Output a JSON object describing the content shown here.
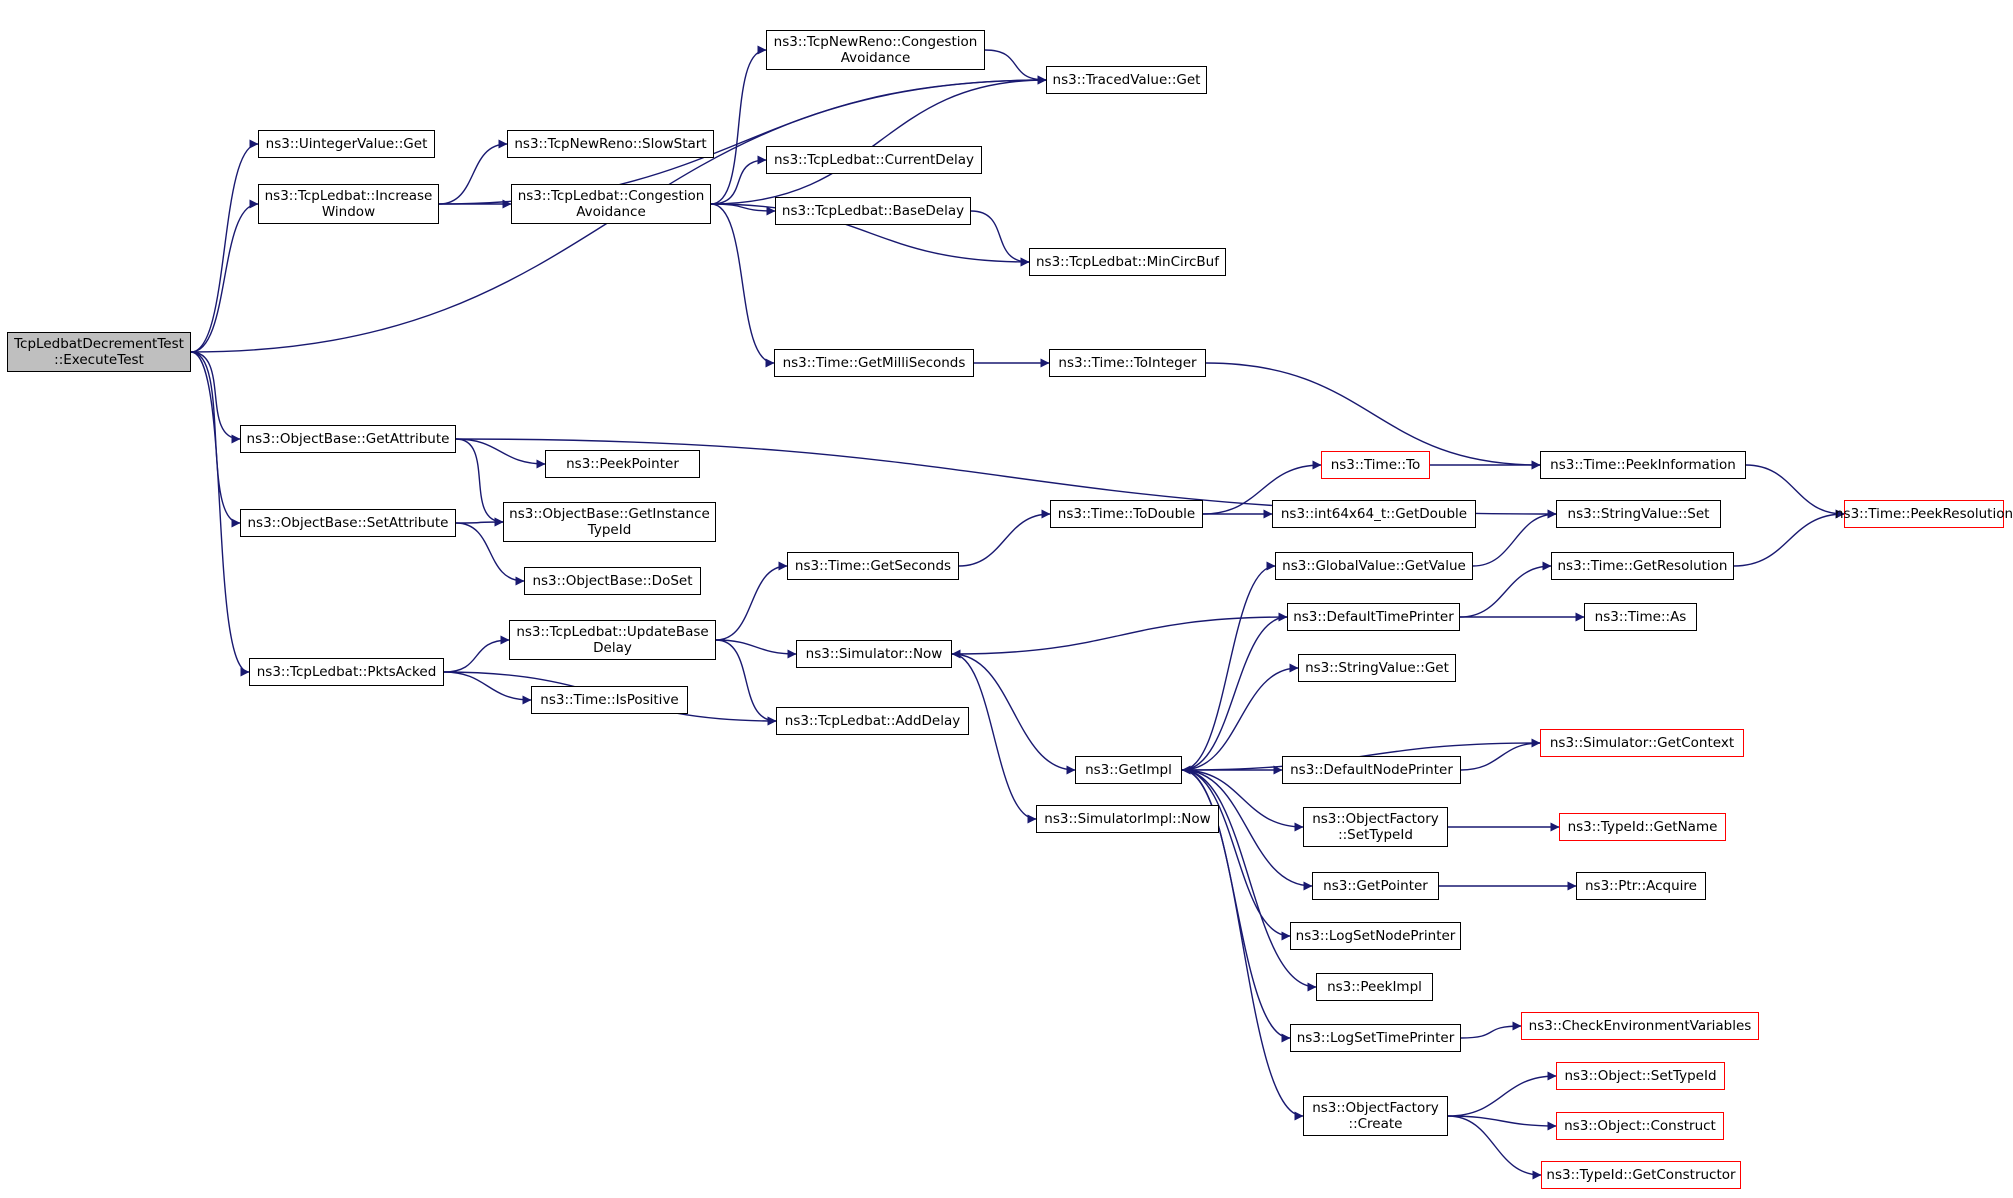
{
  "colors": {
    "edge": "#191970",
    "truncated_border": "#ff0000",
    "root_fill": "#bfbfbf",
    "node_border": "#000000"
  },
  "nodes": [
    {
      "id": "root",
      "lines": [
        "TcpLedbatDecrementTest",
        "::ExecuteTest"
      ],
      "root": true
    },
    {
      "id": "uintget",
      "lines": [
        "ns3::UintegerValue::Get"
      ]
    },
    {
      "id": "incwin",
      "lines": [
        "ns3::TcpLedbat::Increase",
        "Window"
      ]
    },
    {
      "id": "getattr",
      "lines": [
        "ns3::ObjectBase::GetAttribute"
      ]
    },
    {
      "id": "setattr",
      "lines": [
        "ns3::ObjectBase::SetAttribute"
      ]
    },
    {
      "id": "pktsacked",
      "lines": [
        "ns3::TcpLedbat::PktsAcked"
      ]
    },
    {
      "id": "nrcong",
      "lines": [
        "ns3::TcpNewReno::Congestion",
        "Avoidance"
      ]
    },
    {
      "id": "slowstart",
      "lines": [
        "ns3::TcpNewReno::SlowStart"
      ]
    },
    {
      "id": "ledcong",
      "lines": [
        "ns3::TcpLedbat::Congestion",
        "Avoidance"
      ]
    },
    {
      "id": "tracedget",
      "lines": [
        "ns3::TracedValue::Get"
      ]
    },
    {
      "id": "curdelay",
      "lines": [
        "ns3::TcpLedbat::CurrentDelay"
      ]
    },
    {
      "id": "basedelay",
      "lines": [
        "ns3::TcpLedbat::BaseDelay"
      ]
    },
    {
      "id": "mincirc",
      "lines": [
        "ns3::TcpLedbat::MinCircBuf"
      ]
    },
    {
      "id": "getmilli",
      "lines": [
        "ns3::Time::GetMilliSeconds"
      ]
    },
    {
      "id": "tointeger",
      "lines": [
        "ns3::Time::ToInteger"
      ]
    },
    {
      "id": "peekptr",
      "lines": [
        "ns3::PeekPointer"
      ]
    },
    {
      "id": "getinst",
      "lines": [
        "ns3::ObjectBase::GetInstance",
        "TypeId"
      ]
    },
    {
      "id": "doset",
      "lines": [
        "ns3::ObjectBase::DoSet"
      ]
    },
    {
      "id": "updbase",
      "lines": [
        "ns3::TcpLedbat::UpdateBase",
        "Delay"
      ]
    },
    {
      "id": "ispos",
      "lines": [
        "ns3::Time::IsPositive"
      ]
    },
    {
      "id": "adddelay",
      "lines": [
        "ns3::TcpLedbat::AddDelay"
      ]
    },
    {
      "id": "getsec",
      "lines": [
        "ns3::Time::GetSeconds"
      ]
    },
    {
      "id": "simnow",
      "lines": [
        "ns3::Simulator::Now"
      ]
    },
    {
      "id": "todouble",
      "lines": [
        "ns3::Time::ToDouble"
      ]
    },
    {
      "id": "timeto",
      "lines": [
        "ns3::Time::To"
      ],
      "truncated": true
    },
    {
      "id": "i64double",
      "lines": [
        "ns3::int64x64_t::GetDouble"
      ]
    },
    {
      "id": "peekinfo",
      "lines": [
        "ns3::Time::PeekInformation"
      ]
    },
    {
      "id": "strset",
      "lines": [
        "ns3::StringValue::Set"
      ]
    },
    {
      "id": "peekres",
      "lines": [
        "ns3::Time::PeekResolution"
      ],
      "truncated": true
    },
    {
      "id": "gvget",
      "lines": [
        "ns3::GlobalValue::GetValue"
      ]
    },
    {
      "id": "defprinter",
      "lines": [
        "ns3::DefaultTimePrinter"
      ]
    },
    {
      "id": "getres",
      "lines": [
        "ns3::Time::GetResolution"
      ]
    },
    {
      "id": "timeas",
      "lines": [
        "ns3::Time::As"
      ]
    },
    {
      "id": "strget",
      "lines": [
        "ns3::StringValue::Get"
      ]
    },
    {
      "id": "getimpl",
      "lines": [
        "ns3::GetImpl"
      ]
    },
    {
      "id": "implnow",
      "lines": [
        "ns3::SimulatorImpl::Now"
      ]
    },
    {
      "id": "getctx",
      "lines": [
        "ns3::Simulator::GetContext"
      ],
      "truncated": true
    },
    {
      "id": "defnode",
      "lines": [
        "ns3::DefaultNodePrinter"
      ]
    },
    {
      "id": "ofsettype",
      "lines": [
        "ns3::ObjectFactory",
        "::SetTypeId"
      ]
    },
    {
      "id": "tidname",
      "lines": [
        "ns3::TypeId::GetName"
      ],
      "truncated": true
    },
    {
      "id": "getpointer",
      "lines": [
        "ns3::GetPointer"
      ]
    },
    {
      "id": "ptracq",
      "lines": [
        "ns3::Ptr::Acquire"
      ]
    },
    {
      "id": "lognode",
      "lines": [
        "ns3::LogSetNodePrinter"
      ]
    },
    {
      "id": "peekimpl",
      "lines": [
        "ns3::PeekImpl"
      ]
    },
    {
      "id": "logtime",
      "lines": [
        "ns3::LogSetTimePrinter"
      ]
    },
    {
      "id": "checkenv",
      "lines": [
        "ns3::CheckEnvironmentVariables"
      ],
      "truncated": true
    },
    {
      "id": "ofcreate",
      "lines": [
        "ns3::ObjectFactory",
        "::Create"
      ]
    },
    {
      "id": "objsettype",
      "lines": [
        "ns3::Object::SetTypeId"
      ],
      "truncated": true
    },
    {
      "id": "objconstruct",
      "lines": [
        "ns3::Object::Construct"
      ],
      "truncated": true
    },
    {
      "id": "tidctor",
      "lines": [
        "ns3::TypeId::GetConstructor"
      ],
      "truncated": true
    }
  ],
  "edges": [
    [
      "root",
      "uintget"
    ],
    [
      "root",
      "incwin"
    ],
    [
      "root",
      "tracedget"
    ],
    [
      "root",
      "getattr"
    ],
    [
      "root",
      "setattr"
    ],
    [
      "root",
      "pktsacked"
    ],
    [
      "incwin",
      "tracedget"
    ],
    [
      "incwin",
      "slowstart"
    ],
    [
      "incwin",
      "ledcong"
    ],
    [
      "ledcong",
      "nrcong"
    ],
    [
      "ledcong",
      "tracedget"
    ],
    [
      "ledcong",
      "curdelay"
    ],
    [
      "ledcong",
      "basedelay"
    ],
    [
      "ledcong",
      "mincirc"
    ],
    [
      "ledcong",
      "getmilli"
    ],
    [
      "nrcong",
      "tracedget"
    ],
    [
      "basedelay",
      "mincirc"
    ],
    [
      "getmilli",
      "tointeger"
    ],
    [
      "tointeger",
      "peekinfo"
    ],
    [
      "peekinfo",
      "peekres"
    ],
    [
      "getattr",
      "strset"
    ],
    [
      "getattr",
      "peekptr"
    ],
    [
      "getattr",
      "getinst"
    ],
    [
      "setattr",
      "getinst"
    ],
    [
      "setattr",
      "doset"
    ],
    [
      "pktsacked",
      "updbase"
    ],
    [
      "pktsacked",
      "ispos"
    ],
    [
      "pktsacked",
      "adddelay"
    ],
    [
      "updbase",
      "getsec"
    ],
    [
      "updbase",
      "simnow"
    ],
    [
      "updbase",
      "adddelay"
    ],
    [
      "getsec",
      "todouble"
    ],
    [
      "todouble",
      "timeto"
    ],
    [
      "todouble",
      "i64double"
    ],
    [
      "timeto",
      "peekinfo"
    ],
    [
      "simnow",
      "getimpl"
    ],
    [
      "simnow",
      "implnow"
    ],
    [
      "getimpl",
      "gvget"
    ],
    [
      "getimpl",
      "defprinter"
    ],
    [
      "getimpl",
      "strget"
    ],
    [
      "getimpl",
      "defnode"
    ],
    [
      "getimpl",
      "ofsettype"
    ],
    [
      "getimpl",
      "getpointer"
    ],
    [
      "getimpl",
      "lognode"
    ],
    [
      "getimpl",
      "peekimpl"
    ],
    [
      "getimpl",
      "logtime"
    ],
    [
      "getimpl",
      "ofcreate"
    ],
    [
      "gvget",
      "strset"
    ],
    [
      "defprinter",
      "getres"
    ],
    [
      "defprinter",
      "timeas"
    ],
    [
      "defprinter",
      "simnow"
    ],
    [
      "getres",
      "peekres"
    ],
    [
      "getctx",
      "getimpl"
    ],
    [
      "defnode",
      "getctx"
    ],
    [
      "ofsettype",
      "tidname"
    ],
    [
      "getpointer",
      "ptracq"
    ],
    [
      "logtime",
      "checkenv"
    ],
    [
      "ofcreate",
      "objsettype"
    ],
    [
      "ofcreate",
      "objconstruct"
    ],
    [
      "ofcreate",
      "tidctor"
    ]
  ]
}
